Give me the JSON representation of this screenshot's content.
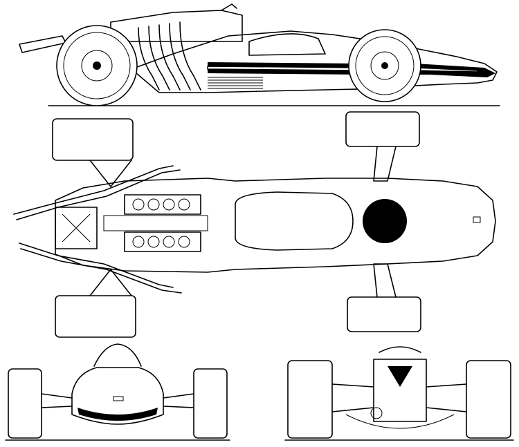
{
  "drawing": {
    "views": [
      "side",
      "top",
      "front",
      "rear"
    ],
    "colors": {
      "line": "#000000",
      "background": "#ffffff"
    }
  }
}
